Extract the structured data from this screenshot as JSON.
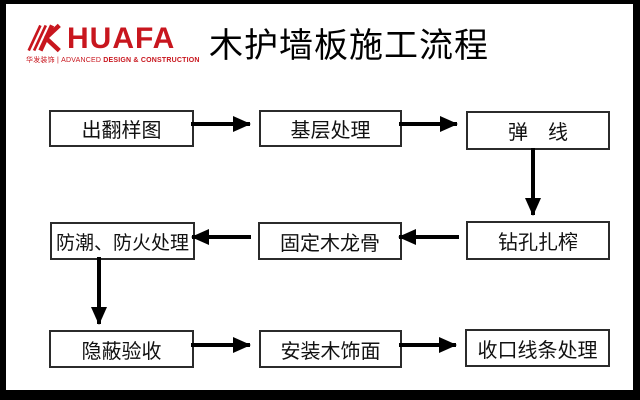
{
  "header": {
    "logo": {
      "brand": "HUAFA",
      "tagline_left": "华发装饰 | ADVANCED",
      "tagline_bold": "DESIGN & CONSTRUCTION",
      "brand_color": "#C8161E"
    },
    "title": "木护墙板施工流程"
  },
  "flow": {
    "boxes": [
      {
        "row": 1,
        "col": 1,
        "label": "出翻样图"
      },
      {
        "row": 1,
        "col": 2,
        "label": "基层处理"
      },
      {
        "row": 1,
        "col": 3,
        "label": "弹　线"
      },
      {
        "row": 2,
        "col": 1,
        "label": "防潮、防火处理"
      },
      {
        "row": 2,
        "col": 2,
        "label": "固定木龙骨"
      },
      {
        "row": 2,
        "col": 3,
        "label": "钻孔扎榨"
      },
      {
        "row": 3,
        "col": 1,
        "label": "隐蔽验收"
      },
      {
        "row": 3,
        "col": 2,
        "label": "安装木饰面"
      },
      {
        "row": 3,
        "col": 3,
        "label": "收口线条处理"
      }
    ],
    "connections": [
      {
        "from": "出翻样图",
        "to": "基层处理"
      },
      {
        "from": "基层处理",
        "to": "弹　线"
      },
      {
        "from": "弹　线",
        "to": "钻孔扎榨"
      },
      {
        "from": "钻孔扎榨",
        "to": "固定木龙骨"
      },
      {
        "from": "固定木龙骨",
        "to": "防潮、防火处理"
      },
      {
        "from": "防潮、防火处理",
        "to": "隐蔽验收"
      },
      {
        "from": "隐蔽验收",
        "to": "安装木饰面"
      },
      {
        "from": "安装木饰面",
        "to": "收口线条处理"
      }
    ],
    "colors": {
      "box_border": "#2B2B2B",
      "arrow": "#000000",
      "frame": "#000000"
    }
  }
}
